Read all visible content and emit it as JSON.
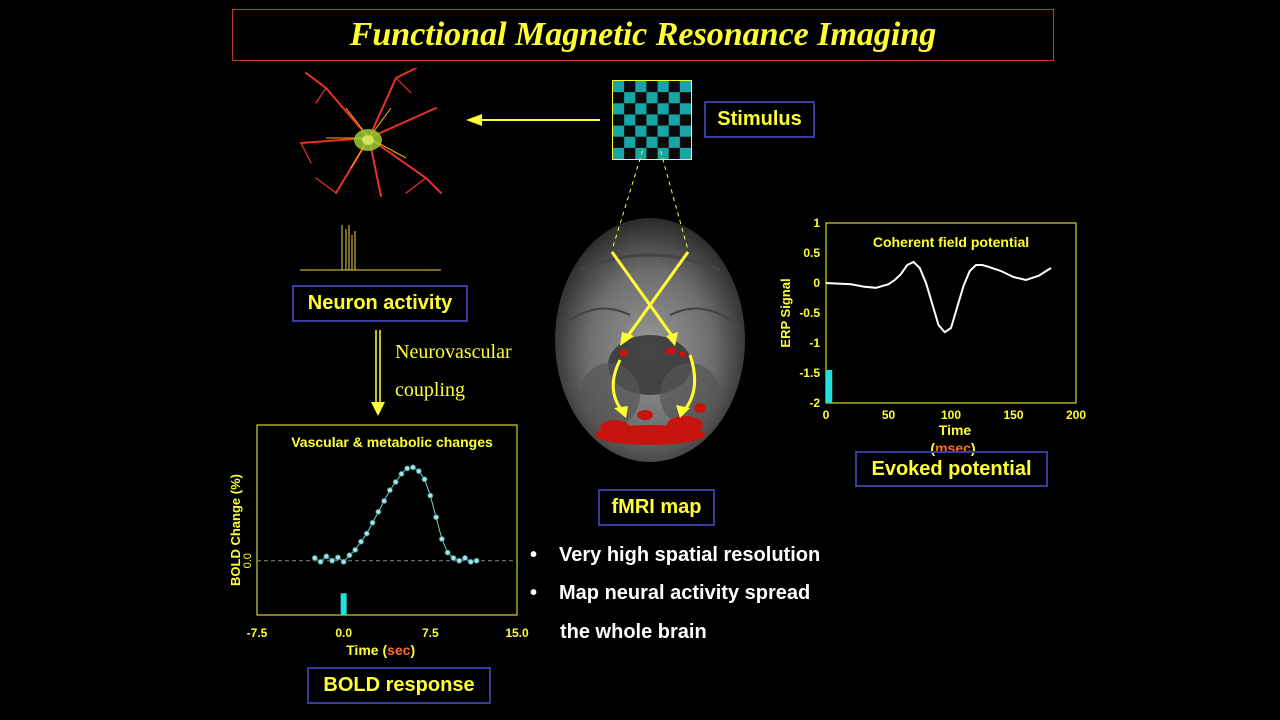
{
  "title": "Functional Magnetic Resonance Imaging",
  "labels": {
    "stimulus": "Stimulus",
    "neuron_activity": "Neuron activity",
    "neurovascular_line1": "Neurovascular",
    "neurovascular_line2": "coupling",
    "fmri_map": "fMRI map",
    "evoked_potential": "Evoked potential",
    "bold_response": "BOLD response"
  },
  "bullets": [
    "Very high spatial resolution",
    "Map neural activity spread",
    "the whole brain"
  ],
  "bullet_glyph": "•",
  "colors": {
    "title": "#ffff33",
    "title_border": "#c0392b",
    "label_border": "#3b3b9b",
    "checker_a": "#17a5a5",
    "checker_b": "#0a0a0a",
    "cyan_marker": "#22e0e0",
    "unit_highlight": "#ff6a2a"
  },
  "chart_data": [
    {
      "type": "line",
      "title": "Coherent  field  potential",
      "xlabel": "Time",
      "xlabel_unit_open": "(",
      "xlabel_unit": "msec",
      "xlabel_unit_close": ")",
      "ylabel": "ERP Signal",
      "xlim": [
        0,
        200
      ],
      "ylim": [
        -2,
        1
      ],
      "xticks": [
        "0",
        "50",
        "100",
        "150",
        "200"
      ],
      "yticks": [
        "1",
        "0.5",
        "0",
        "-0.5",
        "-1",
        "-1.5",
        "-2"
      ],
      "stimulus_marker": {
        "x_start": 0,
        "x_end": 5,
        "y_from": -2,
        "y_to": -1.45
      },
      "series": [
        {
          "x": [
            0,
            10,
            20,
            30,
            40,
            50,
            55,
            60,
            65,
            70,
            75,
            80,
            85,
            90,
            95,
            100,
            105,
            110,
            115,
            120,
            125,
            130,
            140,
            150,
            160,
            170,
            180
          ],
          "y": [
            0.0,
            -0.01,
            -0.02,
            -0.06,
            -0.08,
            -0.02,
            0.05,
            0.15,
            0.3,
            0.35,
            0.25,
            0.0,
            -0.35,
            -0.7,
            -0.82,
            -0.75,
            -0.4,
            -0.05,
            0.2,
            0.3,
            0.3,
            0.27,
            0.2,
            0.1,
            0.05,
            0.12,
            0.25
          ]
        }
      ]
    },
    {
      "type": "scatter",
      "title": "Vascular  &  metabolic  changes",
      "xlabel": "Time",
      "xlabel_unit_open": "(",
      "xlabel_unit": "sec",
      "xlabel_unit_close": ")",
      "ylabel": "BOLD Change (%)",
      "xlim": [
        -7.5,
        15.0
      ],
      "ylim": [
        -1,
        2.5
      ],
      "xticks": [
        "-7.5",
        "0.0",
        "7.5",
        "15.0"
      ],
      "ytick_zero": "0.0",
      "stimulus_marker": {
        "x": 0.0,
        "y_from": -1,
        "y_to": -0.6
      },
      "series": [
        {
          "x": [
            -2.5,
            -2.0,
            -1.5,
            -1.0,
            -0.5,
            0.0,
            0.5,
            1.0,
            1.5,
            2.0,
            2.5,
            3.0,
            3.5,
            4.0,
            4.5,
            5.0,
            5.5,
            6.0,
            6.5,
            7.0,
            7.5,
            8.0,
            8.5,
            9.0,
            9.5,
            10.0,
            10.5,
            11.0,
            11.5
          ],
          "y": [
            0.05,
            -0.02,
            0.08,
            0.0,
            0.06,
            -0.02,
            0.1,
            0.2,
            0.35,
            0.5,
            0.7,
            0.9,
            1.1,
            1.3,
            1.45,
            1.6,
            1.7,
            1.72,
            1.65,
            1.5,
            1.2,
            0.8,
            0.4,
            0.15,
            0.05,
            0.0,
            0.05,
            -0.02,
            0.0
          ]
        }
      ]
    }
  ]
}
